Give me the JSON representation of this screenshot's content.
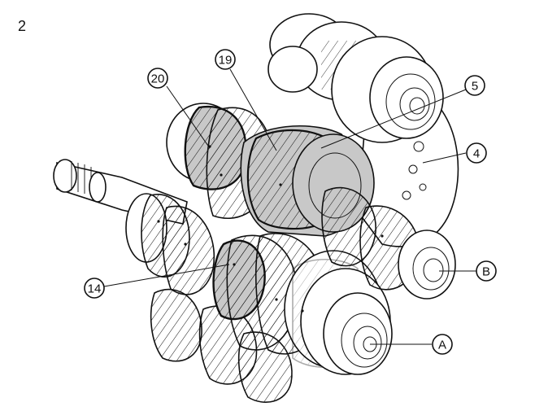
{
  "figure_number": "2",
  "callouts": {
    "c20": "20",
    "c19": "19",
    "c5": "5",
    "c4": "4",
    "cB": "B",
    "c14": "14",
    "cA": "A"
  },
  "colors": {
    "line": "#111111",
    "highlight_fill": "#c8c8c8",
    "background": "#ffffff"
  }
}
